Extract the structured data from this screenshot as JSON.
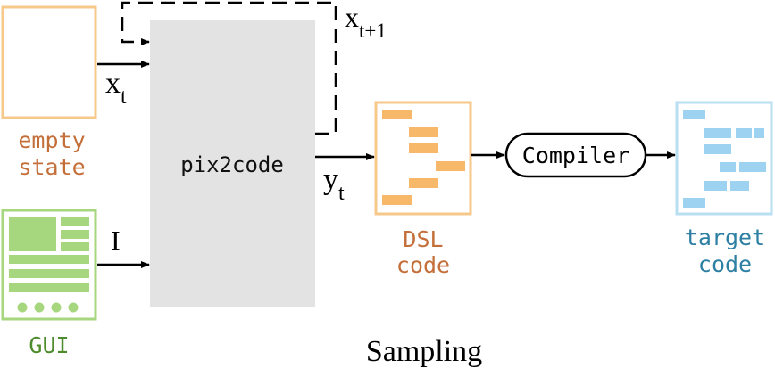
{
  "labels": {
    "empty_state_line1": "empty",
    "empty_state_line2": "state",
    "gui": "GUI",
    "model": "pix2code",
    "x_t_base": "x",
    "x_t_sub": "t",
    "x_t1_base": "x",
    "x_t1_sub": "t+1",
    "y_t_base": "y",
    "y_t_sub": "t",
    "input_I": "I",
    "dsl_line1": "DSL",
    "dsl_line2": "code",
    "compiler": "Compiler",
    "target_line1": "target",
    "target_line2": "code",
    "caption": "Sampling"
  },
  "colors": {
    "empty_state": "#f6c98b",
    "empty_state_text": "#c46f3a",
    "gui": "#a6d67d",
    "gui_text": "#4e8b2c",
    "model_fill": "#e3e3e3",
    "dsl_border": "#f6c98b",
    "dsl_bar": "#f8b86a",
    "dsl_text": "#c46f3a",
    "target_border": "#b9dff2",
    "target_bar": "#9dd3f0",
    "target_text": "#2d7fa3",
    "arrow": "#000000"
  }
}
